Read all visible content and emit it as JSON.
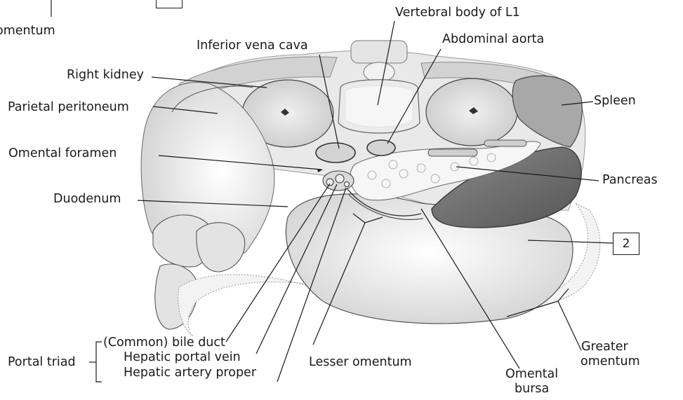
{
  "colors": {
    "outline": "#1a1a1a",
    "organ": "#dedede",
    "organ_light": "#ececec",
    "spleen": "#a9a9a9",
    "bursa": "#6e6e6e",
    "vessel": "#cfcfcf"
  },
  "labels": {
    "omentum_top": "omentum",
    "vertebral_body": "Vertebral body of L1",
    "inferior_vena_cava": "Inferior vena cava",
    "abdominal_aorta": "Abdominal aorta",
    "right_kidney": "Right kidney",
    "parietal_peritoneum": "Parietal peritoneum",
    "spleen": "Spleen",
    "omental_foramen": "Omental foramen",
    "pancreas": "Pancreas",
    "duodenum": "Duodenum",
    "box_2": "2",
    "portal_triad": "Portal triad",
    "bile_duct": "(Common) bile duct",
    "hepatic_portal_vein": "Hepatic portal vein",
    "hepatic_artery_proper": "Hepatic artery proper",
    "lesser_omentum": "Lesser omentum",
    "omental_bursa_1": "Omental",
    "omental_bursa_2": "bursa",
    "greater_omentum_1": "Greater",
    "greater_omentum_2": "omentum"
  }
}
